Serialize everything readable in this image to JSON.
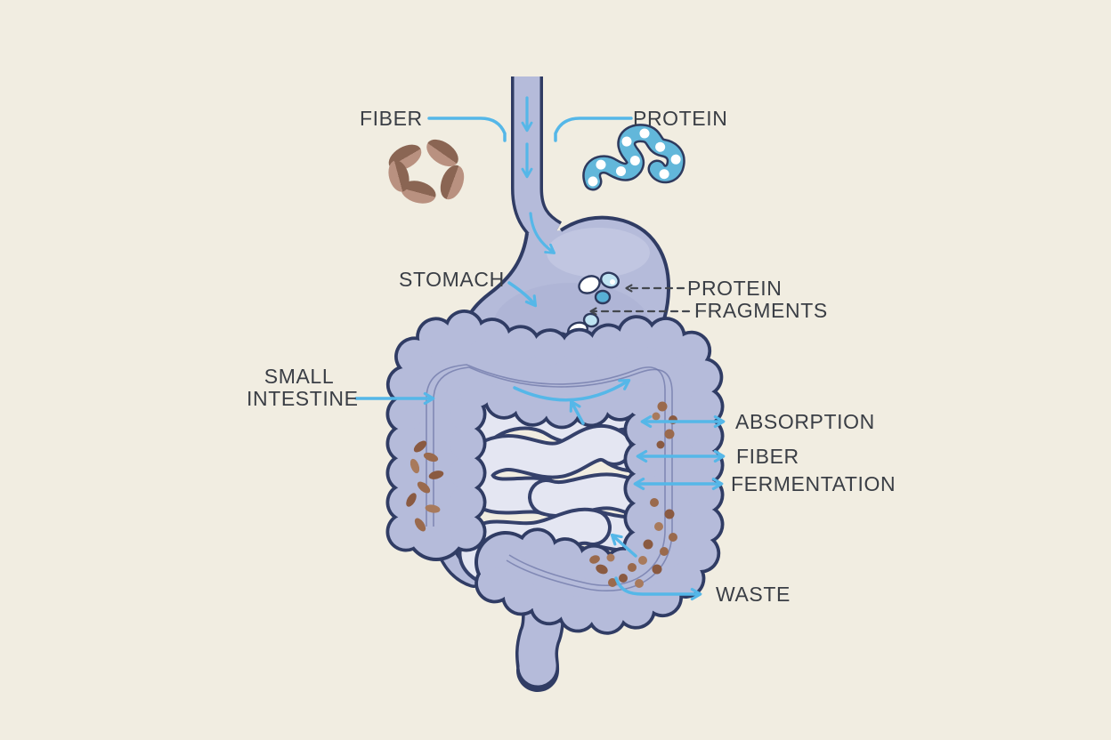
{
  "labels": {
    "fiber": "FIBER",
    "protein": "PROTEIN",
    "stomach": "STOMACH",
    "protein_fragments_1": "PROTEIN",
    "protein_fragments_2": "FRAGMENTS",
    "small_intestine_1": "SMALL",
    "small_intestine_2": "INTESTINE",
    "absorption": "ABSORPTION",
    "fiber_fermentation_1": "FIBER",
    "fiber_fermentation_2": "FERMENTATION",
    "waste": "WASTE"
  },
  "palette": {
    "background": "#f1ede1",
    "organ_fill": "#b5bbda",
    "organ_outline": "#303c64",
    "small_intestine_fill": "#e4e6f2",
    "arrow_blue": "#55b7e8",
    "label_text": "#3a3e45",
    "dashed_leader": "#43474e",
    "fiber_brown_dark": "#8a5a41",
    "fiber_brown": "#9a6a4d",
    "fiber_brown_light": "#b99180",
    "protein_blue": "#58b0d6"
  },
  "icons": {
    "fiber": "fiber-cluster-icon",
    "protein": "protein-chain-icon",
    "protein_fragments": "protein-fragments-icon",
    "fiber_particles": "fiber-particles-icon",
    "flow_arrows": "flow-arrow-icon"
  }
}
